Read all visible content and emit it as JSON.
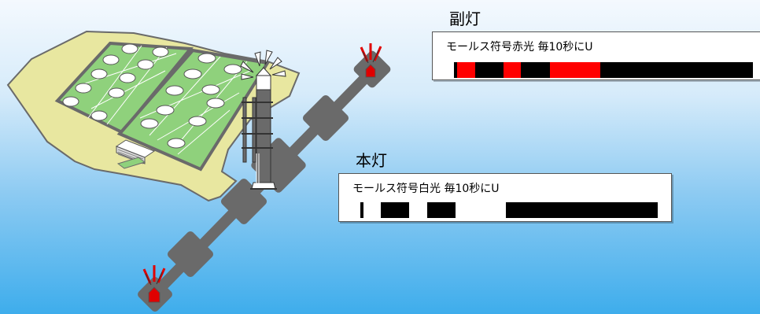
{
  "sub_light": {
    "title": "副灯",
    "description": "モールス符号赤光 毎10秒にU",
    "flash_color": "#ff0000",
    "pattern": [
      [
        0,
        0.6
      ],
      [
        1,
        0.6
      ],
      [
        2,
        1.7
      ]
    ],
    "cycle_units": 10
  },
  "main_light": {
    "title": "本灯",
    "description": "モールス符号白光 毎10秒にU",
    "flash_color": "#ffffff",
    "pattern": [
      [
        0,
        0.6
      ],
      [
        1,
        0.6
      ],
      [
        2,
        1.7
      ]
    ],
    "cycle_units": 10
  },
  "colors": {
    "island": "#e8e7a0",
    "basin": "#8fd17c",
    "breakwater": "#6a6a6a",
    "beacon": "#e00000"
  }
}
